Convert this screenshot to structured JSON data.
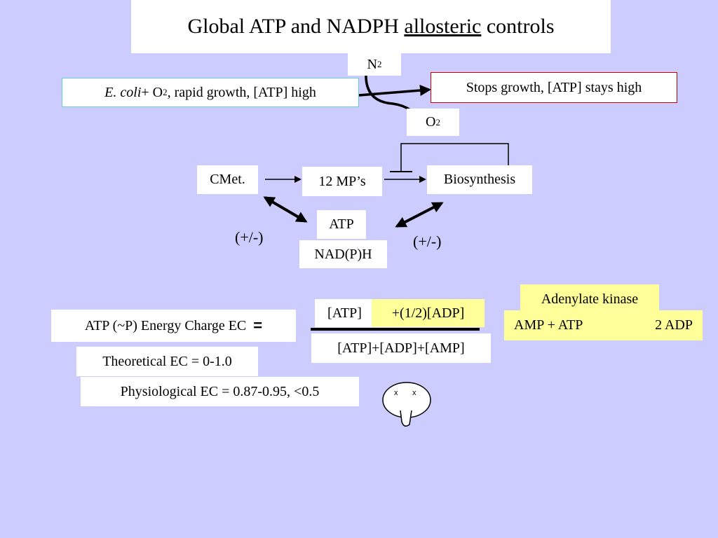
{
  "title": {
    "prefix": "Global ATP and NADPH",
    "underlined": "allosteric",
    "suffix": "controls"
  },
  "n2": {
    "symbol": "N",
    "sub": "2"
  },
  "o2": {
    "symbol": "O",
    "sub": "2"
  },
  "ecoli": {
    "italic": "E. coli",
    "plus": " + O",
    "sub": "2",
    "rest": ", rapid growth, [ATP] high"
  },
  "stops": "Stops growth, [ATP] stays high",
  "cmet": "CMet.",
  "mps": "12 MP’s",
  "biosynthesis": "Biosynthesis",
  "atp": "ATP",
  "nadph": "NAD(P)H",
  "plusminus_left": "(+/-)",
  "plusminus_right": "(+/-)",
  "energy_charge": {
    "label": "ATP (~P) Energy Charge EC",
    "equals": "="
  },
  "numerator": {
    "atp": "[ATP]",
    "adp": "+(1/2)[ADP]"
  },
  "denominator": "[ATP]+[ADP]+[AMP]",
  "theoretical": "Theoretical EC = 0-1.0",
  "physiological": "Physiological EC = 0.87-0.95,  <0.5",
  "adenylate": {
    "title": "Adenylate kinase",
    "left": "AMP + ATP",
    "right": "2 ADP"
  },
  "face": {
    "left_eye": "x",
    "right_eye": "x"
  },
  "colors": {
    "background": "#ccccff",
    "ecoli_border": "#66cccc",
    "stops_border": "#cc0000",
    "highlight": "#ffff99"
  }
}
